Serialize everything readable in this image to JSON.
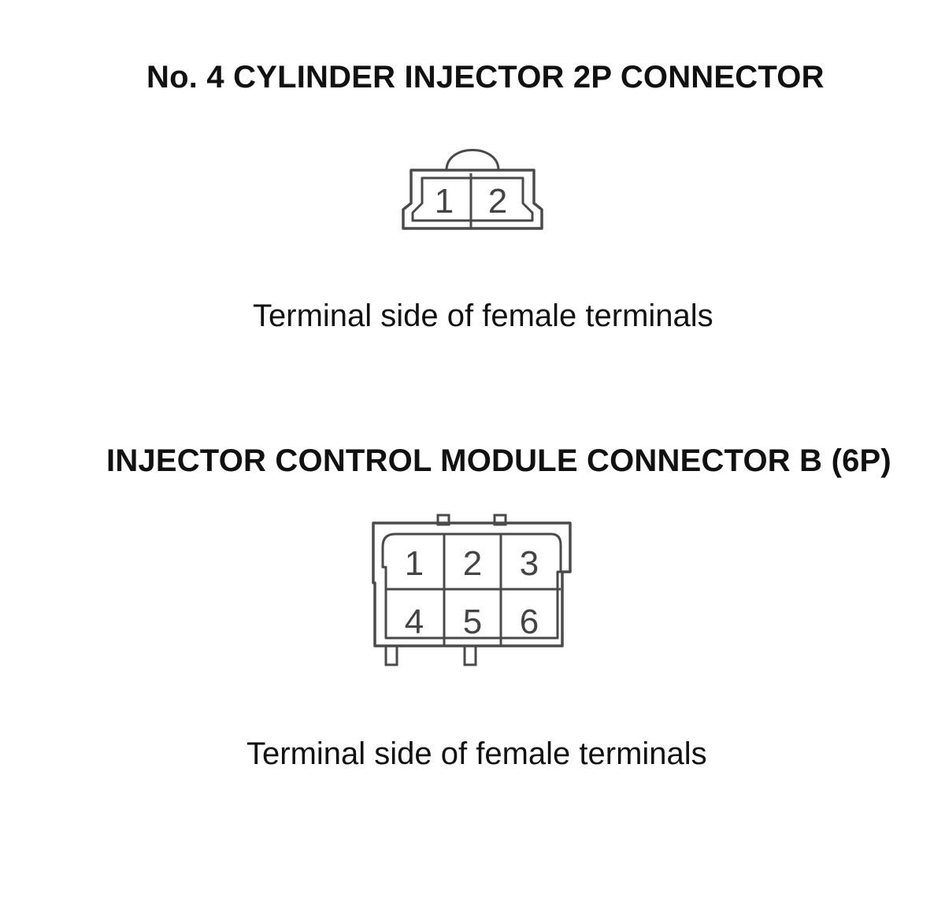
{
  "connector_1": {
    "title": "No. 4 CYLINDER INJECTOR 2P CONNECTOR",
    "pins": [
      "1",
      "2"
    ],
    "caption": "Terminal side of female terminals"
  },
  "connector_2": {
    "title": "INJECTOR CONTROL MODULE CONNECTOR B (6P)",
    "pins": [
      "1",
      "2",
      "3",
      "4",
      "5",
      "6"
    ],
    "caption": "Terminal side of female terminals"
  },
  "colors": {
    "outline": "#4a4a4a",
    "text": "#111111"
  }
}
